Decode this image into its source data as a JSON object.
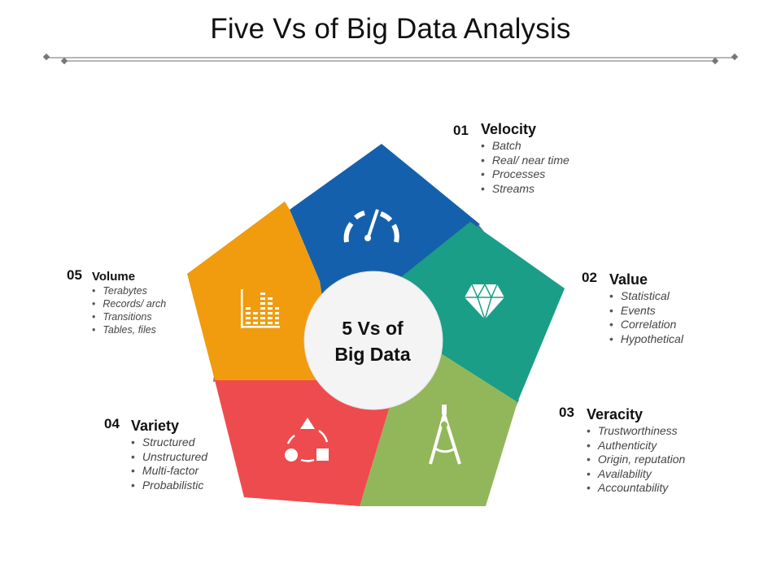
{
  "title": "Five Vs of Big Data Analysis",
  "center": {
    "line1": "5 Vs of",
    "line2": "Big Data"
  },
  "colors": {
    "velocity": "#1560AC",
    "value": "#1A9E87",
    "veracity": "#92B75A",
    "variety": "#EE4B4E",
    "volume": "#F09C0E",
    "center": "#f4f4f4",
    "rule": "#8a8a8a"
  },
  "segments": [
    {
      "key": "velocity",
      "number": "01",
      "label": "Velocity",
      "icon": "speedometer-icon",
      "bullets": [
        "Batch",
        "Real/ near time",
        "Processes",
        "Streams"
      ]
    },
    {
      "key": "value",
      "number": "02",
      "label": "Value",
      "icon": "diamond-icon",
      "bullets": [
        "Statistical",
        "Events",
        "Correlation",
        "Hypothetical"
      ]
    },
    {
      "key": "veracity",
      "number": "03",
      "label": "Veracity",
      "icon": "compass-icon",
      "bullets": [
        "Trustworthiness",
        "Authenticity",
        "Origin, reputation",
        "Availability",
        "Accountability"
      ]
    },
    {
      "key": "variety",
      "number": "04",
      "label": "Variety",
      "icon": "shapes-cycle-icon",
      "bullets": [
        "Structured",
        "Unstructured",
        "Multi-factor",
        "Probabilistic"
      ]
    },
    {
      "key": "volume",
      "number": "05",
      "label": "Volume",
      "icon": "bar-chart-icon",
      "bullets": [
        "Terabytes",
        "Records/ arch",
        "Transitions",
        "Tables, files"
      ]
    }
  ]
}
